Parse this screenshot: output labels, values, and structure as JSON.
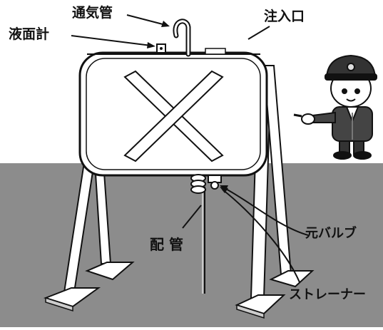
{
  "labels": {
    "vent_pipe": "通気管",
    "inlet": "注入口",
    "level_gauge": "液面計",
    "main_valve": "元バルブ",
    "piping": "配 管",
    "strainer": "ストレーナー"
  },
  "icons": {
    "cross_mark": "x-mark-icon",
    "guide": "police-officer-pointing-icon"
  },
  "colors": {
    "background": "#ffffff",
    "floor": "#8c8c8c",
    "ink": "#111111"
  }
}
